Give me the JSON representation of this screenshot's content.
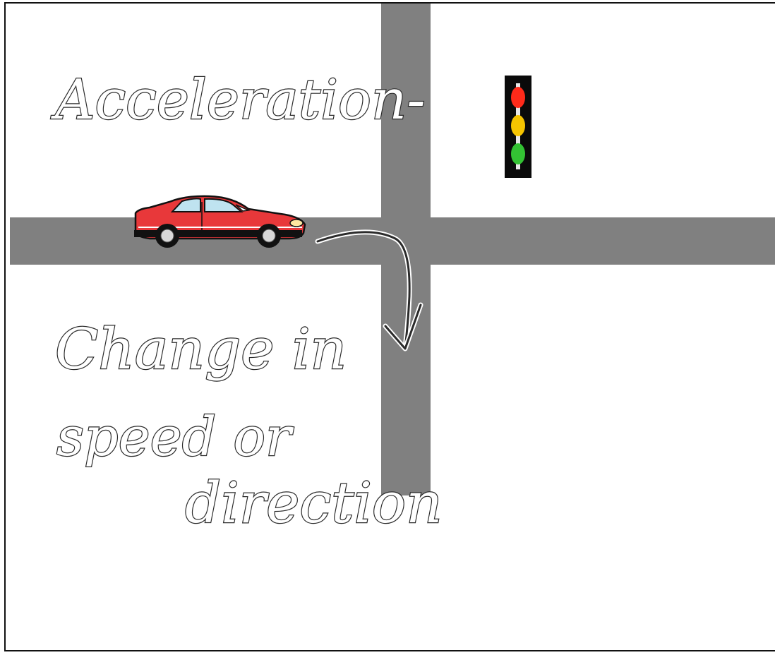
{
  "whiteboard": {
    "note_heading": "Acceleration-",
    "note_line1": "Change in",
    "note_line2": "speed or",
    "note_line3": "direction"
  },
  "colors": {
    "road": "#808080",
    "car_body": "#e8383a",
    "light_red": "#ff2a1a",
    "light_yellow": "#f5c400",
    "light_green": "#33c233"
  },
  "icons": [
    "car-icon",
    "traffic-light-icon",
    "turn-arrow-icon"
  ]
}
